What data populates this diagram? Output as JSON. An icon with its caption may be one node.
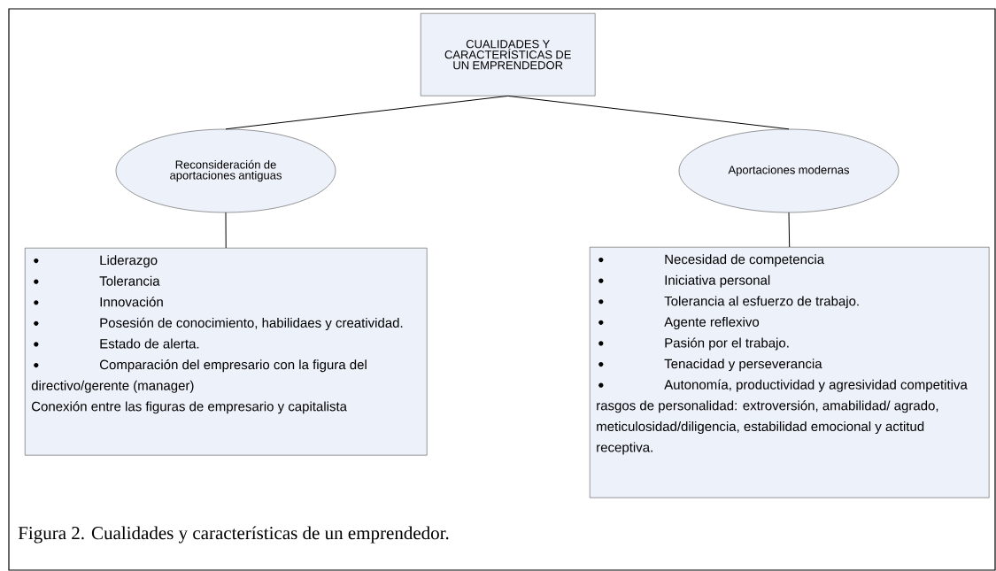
{
  "diagram": {
    "caption": "Figura 2. Cualidades y características de un emprendedor.",
    "nodes": [
      {
        "text": [
          "CUALIDADES Y CARACTERÍSTICAS DE UN EMPRENDEDOR"
        ]
      },
      {
        "text": [
          "Reconsideración de aportaciones antiguas"
        ]
      },
      {
        "text": [
          "Aportaciones modernas"
        ]
      },
      {
        "text": [
          "Liderazgo",
          "Tolerancia",
          "Innovación",
          "Posesión de conocimiento, habilidaes y creatividad.",
          "Estado de alerta.",
          "Comparación del empresario con la figura del directivo/gerente (manager)",
          "Conexión entre las figuras de empresario y capitalista"
        ]
      },
      {
        "text": [
          "Necesidad de competencia",
          "Iniciativa personal",
          "Tolerancia al esfuerzo de trabajo.",
          "Agente reflexivo",
          "Pasión por el trabajo.",
          "Tenacidad y perseverancia",
          "Autonomía, productividad y agresividad competitiva",
          "rasgos de personalidad: extroversión, amabilidad/ agrado, meticulosidad/diligencia, estabilidad emocional y actitud receptiva."
        ]
      }
    ],
    "edges": [
      {
        "from": 0,
        "to": 1,
        "arrow": "none"
      },
      {
        "from": 0,
        "to": 2,
        "arrow": "none"
      },
      {
        "from": 1,
        "to": 3,
        "arrow": "none"
      },
      {
        "from": 2,
        "to": 4,
        "arrow": "none"
      }
    ]
  }
}
